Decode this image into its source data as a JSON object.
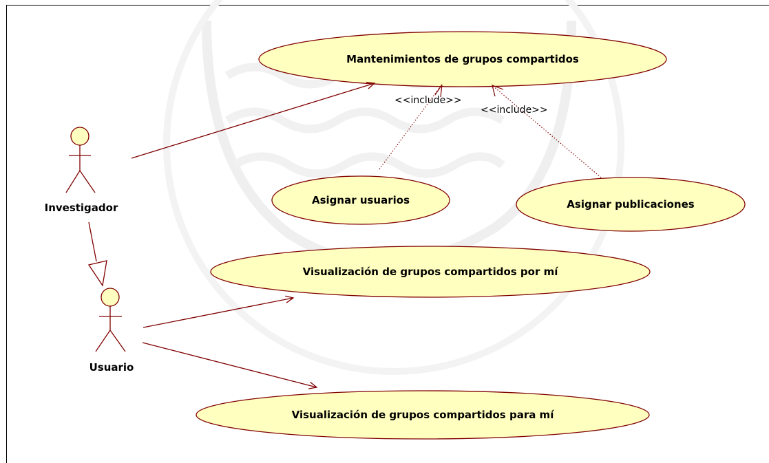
{
  "use_cases": {
    "mantenimientos": "Mantenimientos de grupos compartidos",
    "asignar_usuarios": "Asignar usuarios",
    "asignar_publicaciones": "Asignar publicaciones",
    "visualizacion_por_mi": "Visualización de grupos compartidos por mí",
    "visualizacion_para_mi": "Visualización de grupos compartidos para mí"
  },
  "actors": {
    "investigador": "Investigador",
    "usuario": "Usuario"
  },
  "relations": {
    "include_1": "<<include>>",
    "include_2": "<<include>>"
  },
  "colors": {
    "use_case_fill": "#ffffc0",
    "line": "#800000",
    "watermark": "#e8e8e8"
  }
}
